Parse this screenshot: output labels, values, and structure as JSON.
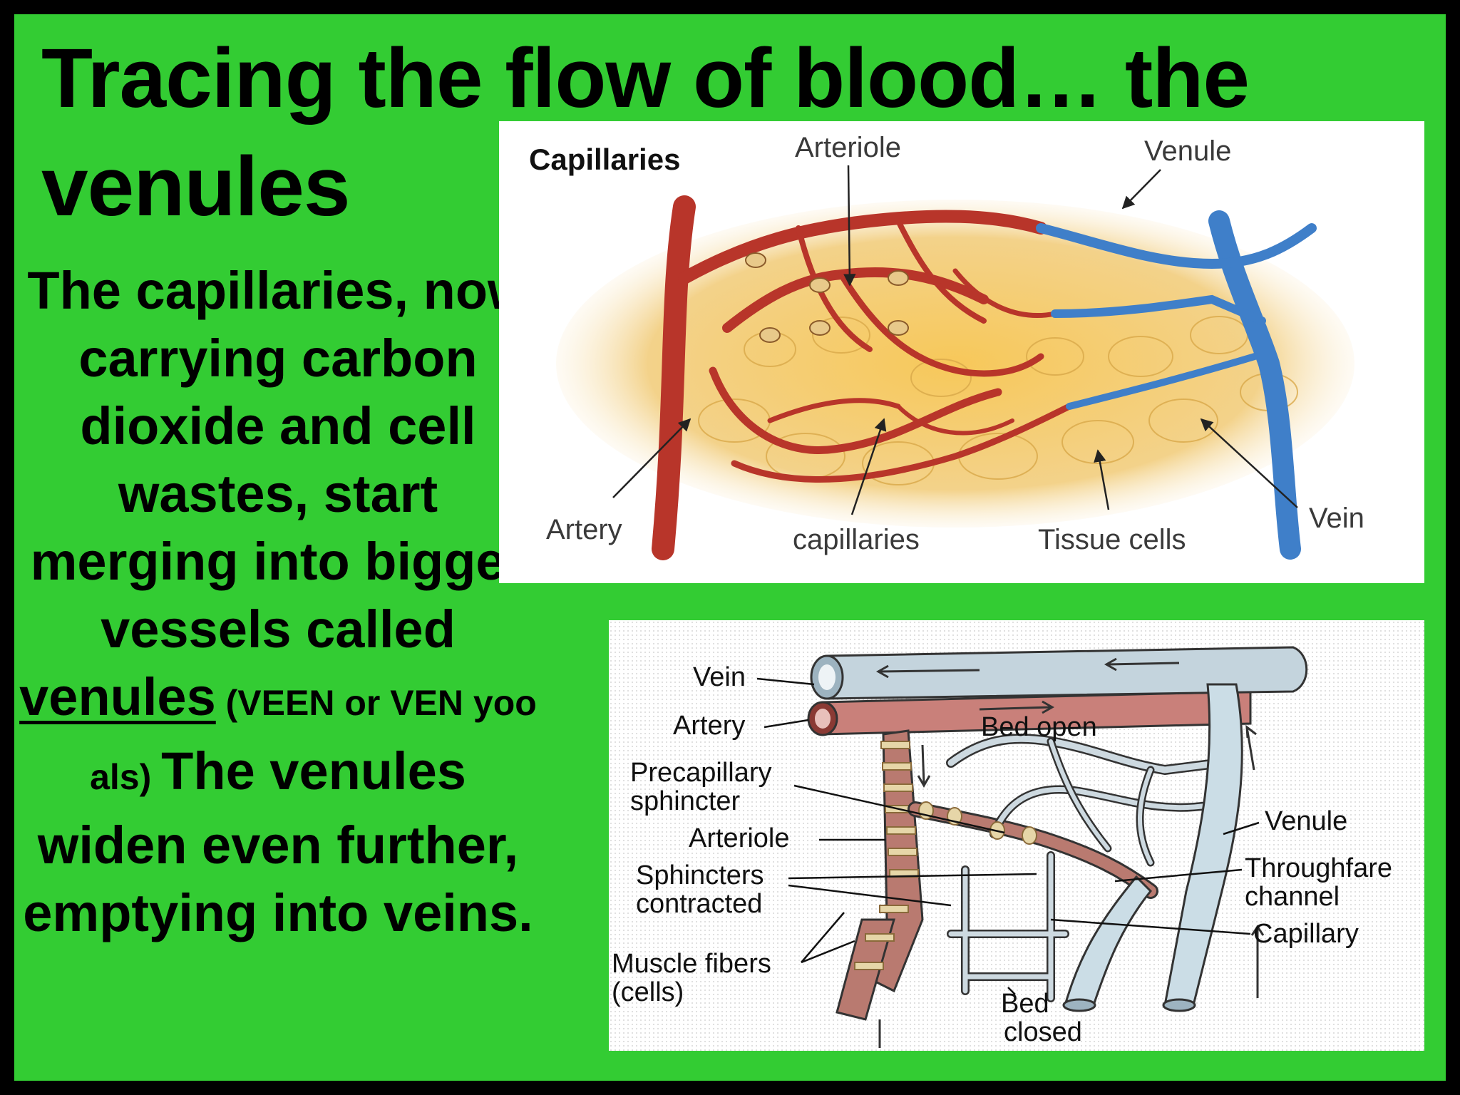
{
  "slide": {
    "title": "Tracing the flow of blood… the venules",
    "body": {
      "part1": "The capillaries, now carrying carbon dioxide and cell wastes, start merging into bigger vessels called ",
      "term": "venules",
      "pronunciation": " (VEEN or VEN yoo als) ",
      "part2": "The venules widen even further, emptying into veins."
    }
  },
  "diagram1": {
    "heading": "Capillaries",
    "labels": {
      "arteriole": "Arteriole",
      "venule": "Venule",
      "artery": "Artery",
      "capillaries": "capillaries",
      "tissue_cells": "Tissue cells",
      "vein": "Vein"
    }
  },
  "diagram2": {
    "labels": {
      "vein": "Vein",
      "artery": "Artery",
      "bed_open": "Bed open",
      "precapillary_1": "Precapillary",
      "precapillary_2": "sphincter",
      "arteriole": "Arteriole",
      "sphincters_1": "Sphincters",
      "sphincters_2": "contracted",
      "muscle_1": "Muscle fibers",
      "muscle_2": "(cells)",
      "bed_closed_1": "Bed",
      "bed_closed_2": "closed",
      "venule": "Venule",
      "thoroughfare_1": "Throughfare",
      "thoroughfare_2": "channel",
      "capillary": "Capillary"
    }
  }
}
